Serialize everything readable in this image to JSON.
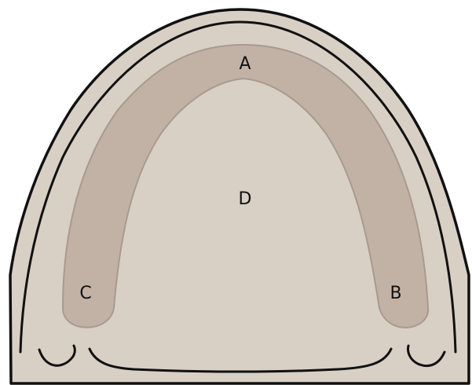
{
  "diagram": {
    "labels": {
      "A": "A",
      "B": "B",
      "C": "C",
      "D": "D"
    },
    "colors": {
      "outer_fill": "#d8cfc5",
      "ridge_fill": "#c2b2a5",
      "ridge_stroke": "#a89a8f",
      "inner_fill": "#d8cfc5",
      "outline": "#111111",
      "background": "#ffffff"
    }
  }
}
